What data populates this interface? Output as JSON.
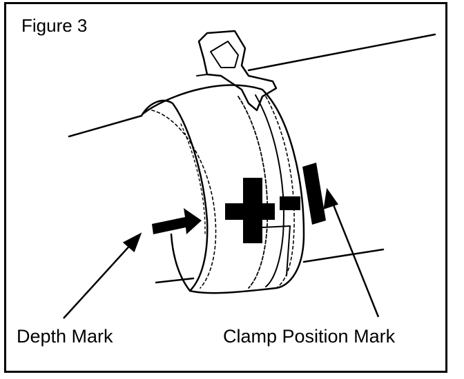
{
  "figure": {
    "title": "Figure 3"
  },
  "labels": {
    "depth_mark": "Depth Mark",
    "clamp_position_mark": "Clamp Position Mark"
  },
  "colors": {
    "ink": "#000000",
    "paper": "#ffffff"
  }
}
